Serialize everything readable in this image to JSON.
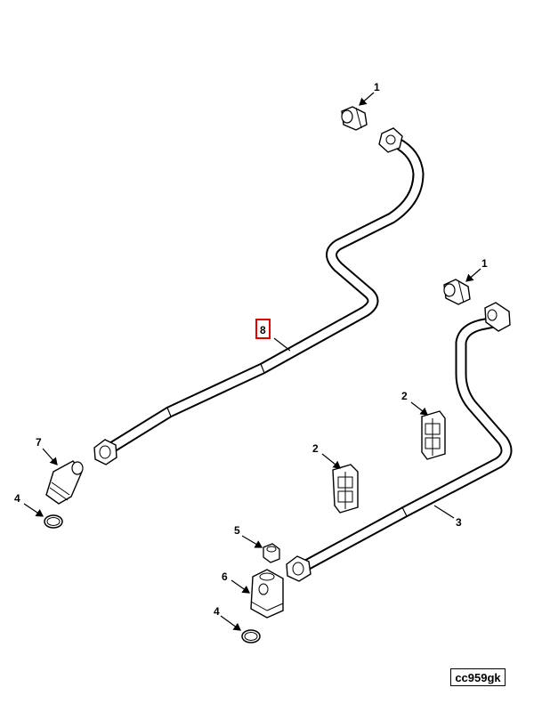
{
  "callouts": {
    "c1a": "1",
    "c1b": "1",
    "c2a": "2",
    "c2b": "2",
    "c3": "3",
    "c4a": "4",
    "c4b": "4",
    "c5": "5",
    "c6": "6",
    "c7": "7",
    "c8": "8"
  },
  "highlighted_callout": "8",
  "highlight_color": "#e00000",
  "reference_code": "cc959gk"
}
